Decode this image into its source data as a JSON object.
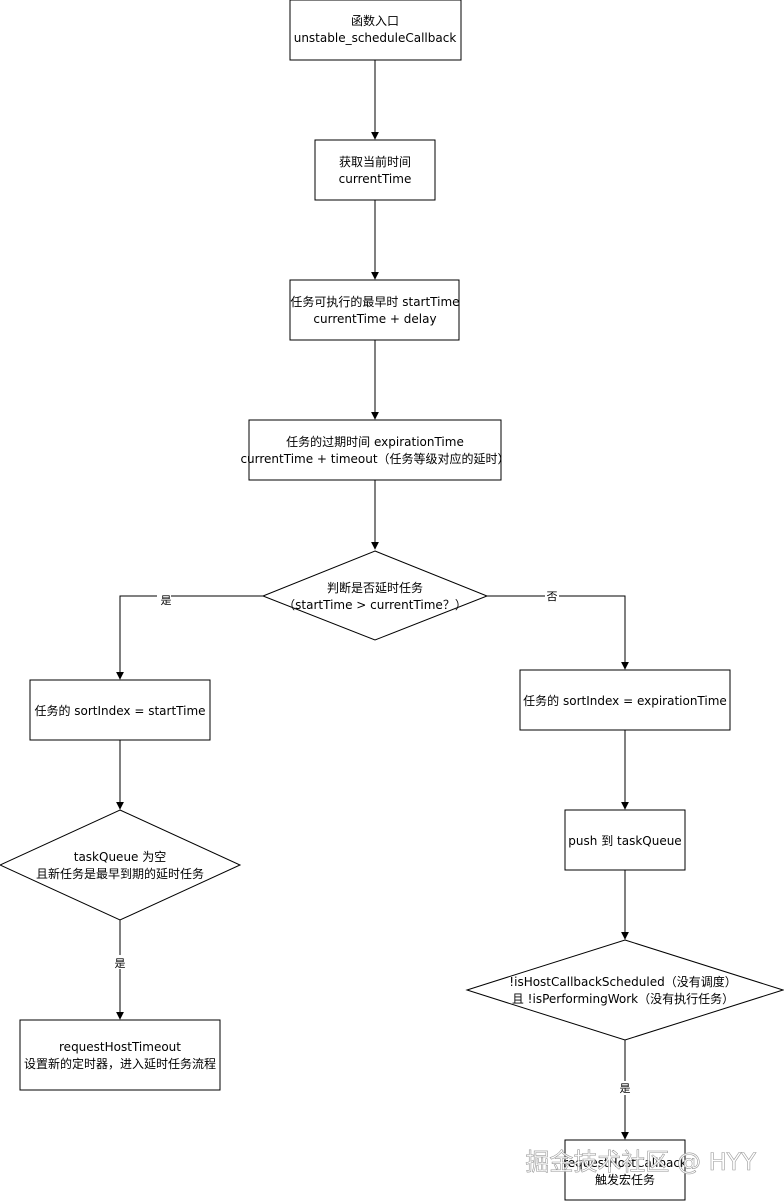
{
  "nodes": {
    "entry": {
      "line1": "函数入口",
      "line2": "unstable_scheduleCallback"
    },
    "current_time": {
      "line1": "获取当前时间",
      "line2": "currentTime"
    },
    "start_time": {
      "line1": "任务可执行的最早时 startTime",
      "line2": "currentTime + delay"
    },
    "expiration_time": {
      "line1": "任务的过期时间 expirationTime",
      "line2": "currentTime + timeout（任务等级对应的延时）"
    },
    "is_delayed": {
      "line1": "判断是否延时任务",
      "line2": "（startTime > currentTime？）"
    },
    "sort_start": {
      "line1": "任务的 sortIndex = startTime"
    },
    "sort_expiration": {
      "line1": "任务的 sortIndex = expirationTime"
    },
    "queue_empty_check": {
      "line1": "taskQueue 为空",
      "line2": "且新任务是最早到期的延时任务"
    },
    "push_queue": {
      "line1": "push 到 taskQueue"
    },
    "host_callback_check": {
      "line1": "!isHostCallbackScheduled（没有调度）",
      "line2": "且 !isPerformingWork（没有执行任务）"
    },
    "request_timeout": {
      "line1": "requestHostTimeout",
      "line2": "设置新的定时器，进入延时任务流程"
    },
    "request_callback": {
      "line1": "requestHostCallback",
      "line2": "触发宏任务"
    }
  },
  "edge_labels": {
    "delayed_yes": "是",
    "delayed_no": "否",
    "queue_yes": "是",
    "host_yes": "是"
  },
  "watermark": "掘金技术社区 @ HYY",
  "colors": {
    "stroke": "#000000",
    "fill": "#ffffff",
    "text": "#000000"
  }
}
